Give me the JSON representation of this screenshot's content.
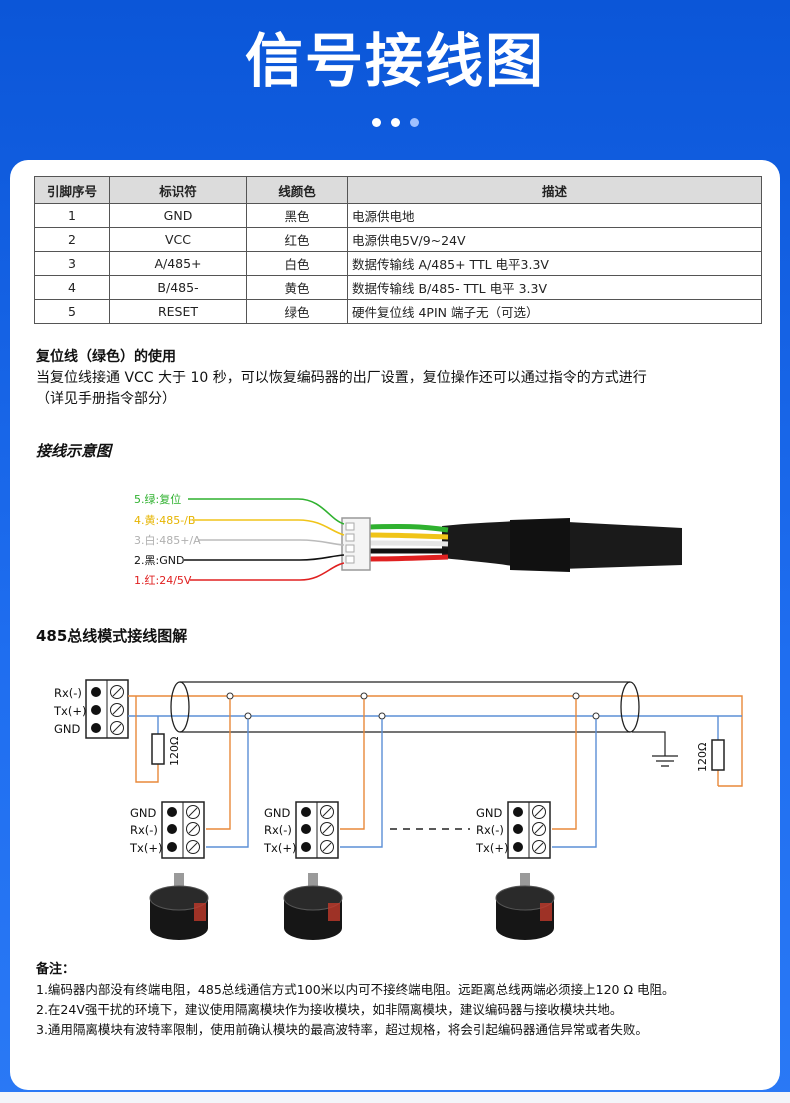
{
  "header": {
    "title": "信号接线图"
  },
  "pin_table": {
    "headers": [
      "引脚序号",
      "标识符",
      "线颜色",
      "描述"
    ],
    "rows": [
      [
        "1",
        "GND",
        "黑色",
        "电源供电地"
      ],
      [
        "2",
        "VCC",
        "红色",
        "电源供电5V/9~24V"
      ],
      [
        "3",
        "A/485+",
        "白色",
        "数据传输线 A/485+  TTL 电平3.3V"
      ],
      [
        "4",
        "B/485-",
        "黄色",
        "数据传输线 B/485-  TTL 电平 3.3V"
      ],
      [
        "5",
        "RESET",
        "绿色",
        "硬件复位线 4PIN 端子无（可选）"
      ]
    ]
  },
  "reset": {
    "title": "复位线（绿色）的使用",
    "line1": "当复位线接通 VCC 大于 10 秒，可以恢复编码器的出厂设置，复位操作还可以通过指令的方式进行",
    "line2": "（详见手册指令部分）"
  },
  "wiring": {
    "title": "接线示意图",
    "wires": [
      {
        "label": "5.绿:复位",
        "color": "#2fb12f"
      },
      {
        "label": "4.黄:485-/B",
        "color": "#f0c419"
      },
      {
        "label": "3.白:485+/A",
        "color": "#c8c8c8"
      },
      {
        "label": "2.黑:GND",
        "color": "#111111"
      },
      {
        "label": "1.红:24/5V",
        "color": "#e02020"
      }
    ]
  },
  "bus": {
    "title": "485总线模式接线图解",
    "master_labels": [
      "Rx(-)",
      "Tx(+)",
      "GND"
    ],
    "slave_labels": [
      "GND",
      "Rx(-)",
      "Tx(+)"
    ],
    "resistor_label": "120Ω",
    "colors": {
      "rx": "#e8893a",
      "tx": "#5b8fd6"
    }
  },
  "notes": {
    "title": "备注：",
    "items": [
      "1.编码器内部没有终端电阻，485总线通信方式100米以内可不接终端电阻。远距离总线两端必须接上120 Ω 电阻。",
      "2.在24V强干扰的环境下，建议使用隔离模块作为接收模块，如非隔离模块，建议编码器与接收模块共地。",
      "3.通用隔离模块有波特率限制，使用前确认模块的最高波特率，超过规格，将会引起编码器通信异常或者失败。"
    ]
  }
}
